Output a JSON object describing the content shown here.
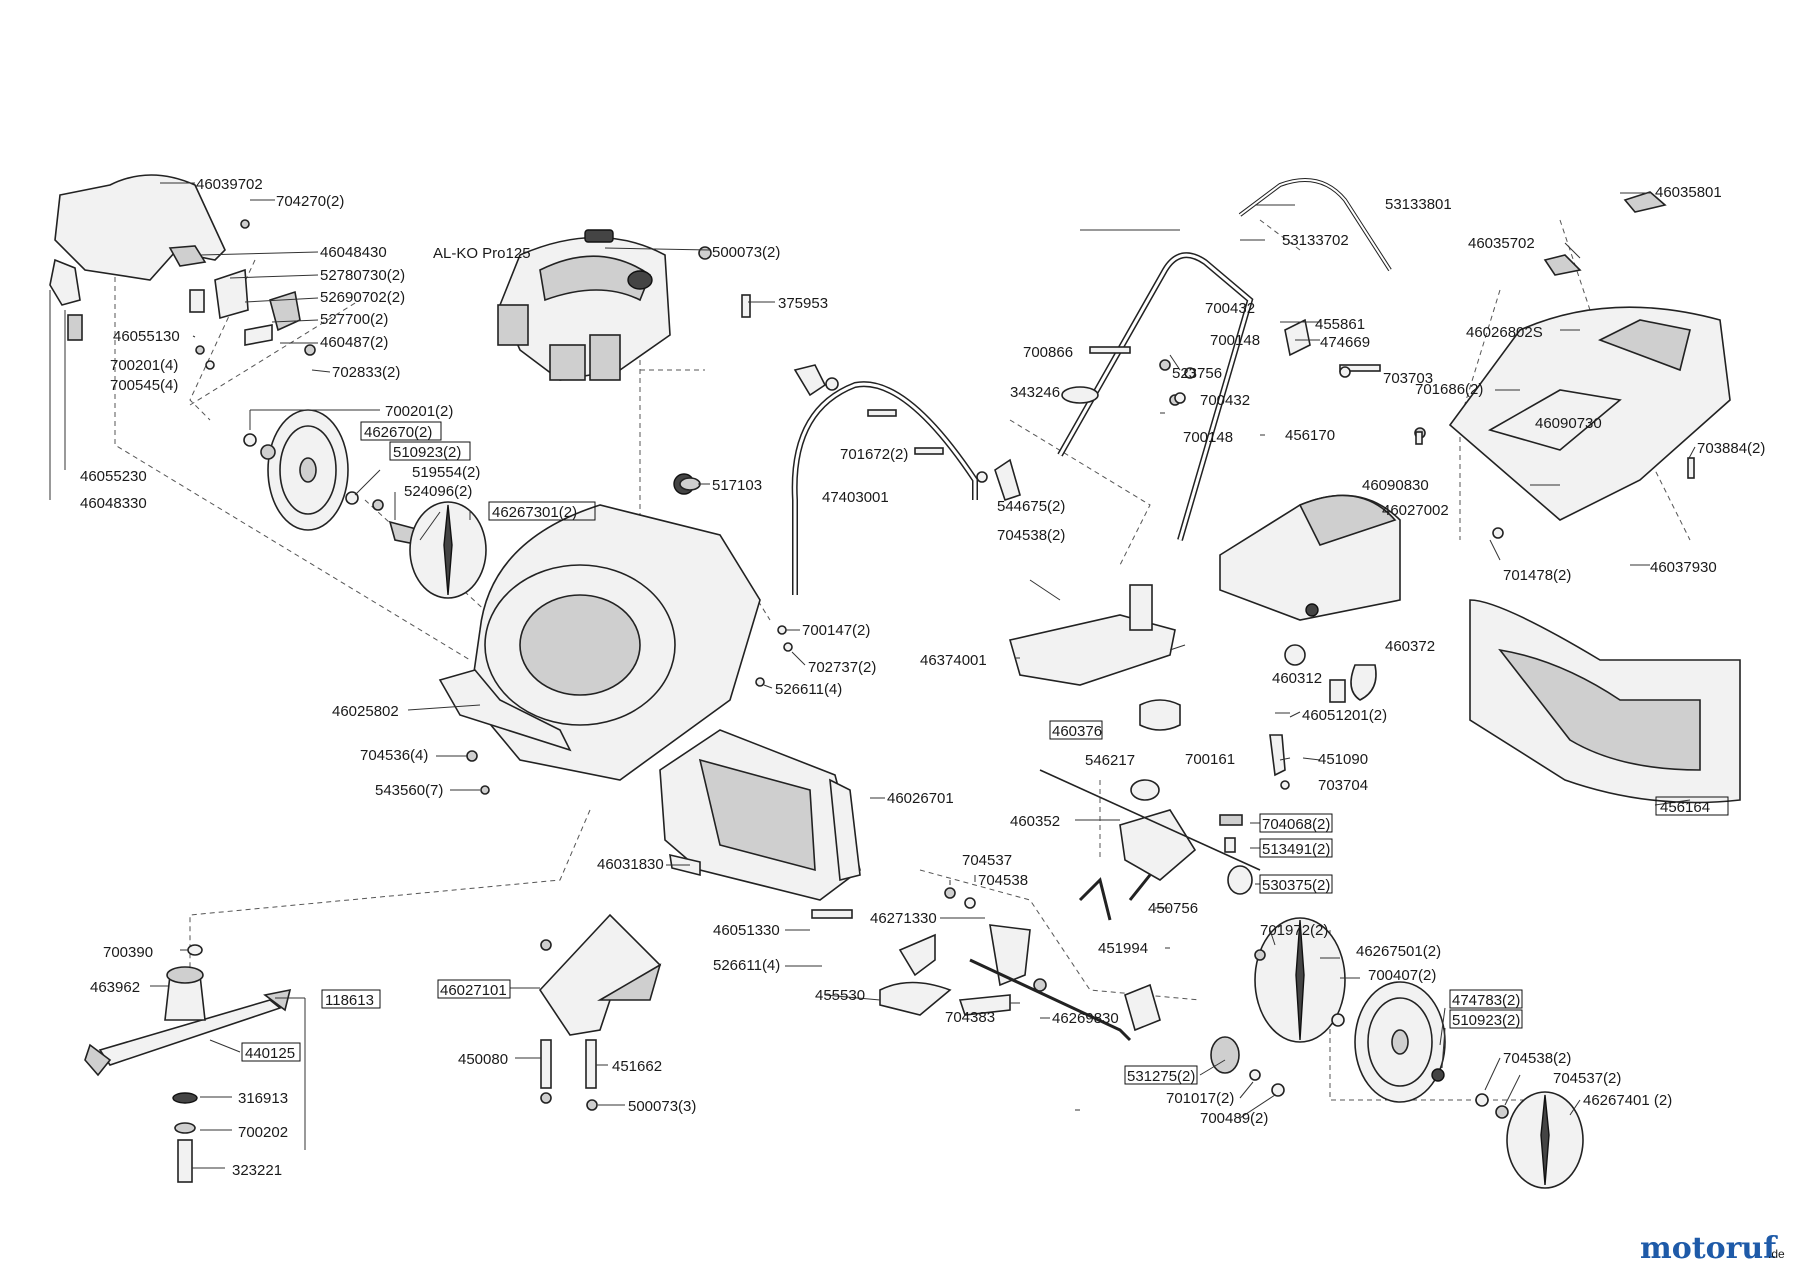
{
  "diagram": {
    "engine_label": "AL-KO Pro125",
    "labels": [
      "46039702",
      "704270(2)",
      "46048430",
      "52780730(2)",
      "52690702(2)",
      "527700(2)",
      "460487(2)",
      "702833(2)",
      "46055130",
      "700201(4)",
      "700545(4)",
      "46055230",
      "46048330",
      "700201(2)",
      "462670(2)",
      "510923(2)",
      "519554(2)",
      "524096(2)",
      "46267301(2)",
      "500073(2)",
      "375953",
      "517103",
      "700147(2)",
      "702737(2)",
      "526611(4)",
      "46025802",
      "704536(4)",
      "543560(7)",
      "47403001",
      "701672(2)",
      "544675(2)",
      "704538(2)",
      "53133801",
      "53133702",
      "700432",
      "455861",
      "700148",
      "474669",
      "700866",
      "523756",
      "703703",
      "343246",
      "700432",
      "700148",
      "456170",
      "46035801",
      "46035702",
      "46026802S",
      "701686(2)",
      "46090730",
      "703884(2)",
      "46090830",
      "46027002",
      "701478(2)",
      "46037930",
      "46374001",
      "460372",
      "460312",
      "46051201(2)",
      "460376",
      "546217",
      "700161",
      "451090",
      "703704",
      "460352",
      "704068(2)",
      "513491(2)",
      "530375(2)",
      "450756",
      "451994",
      "456164",
      "46026701",
      "46031830",
      "46051330",
      "526611(4)",
      "704537",
      "704538",
      "46271330",
      "455530",
      "704383",
      "46269830",
      "701972(2)",
      "46267501(2)",
      "700407(2)",
      "474783(2)",
      "510923(2)",
      "704538(2)",
      "704537(2)",
      "46267401 (2)",
      "531275(2)",
      "701017(2)",
      "700489(2)",
      "700390",
      "463962",
      "118613",
      "440125",
      "316913",
      "700202",
      "323221",
      "46027101",
      "450080",
      "451662",
      "500073(3)"
    ]
  },
  "watermark": {
    "brand": "motoruf",
    "domain": ".de"
  }
}
